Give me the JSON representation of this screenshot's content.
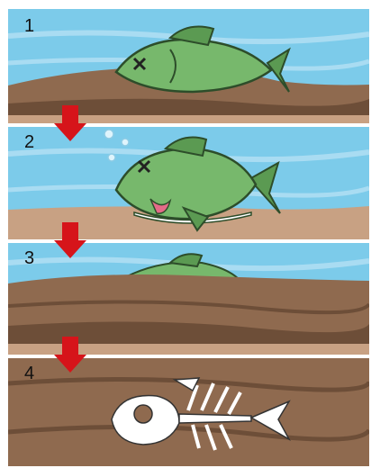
{
  "panels": [
    {
      "label": "1"
    },
    {
      "label": "2"
    },
    {
      "label": "3"
    },
    {
      "label": "4"
    }
  ],
  "colors": {
    "water": "#7ccbea",
    "water_light": "#a9dcf2",
    "sand": "#c8a183",
    "mud": "#8f6a4f",
    "mud_dark": "#6d4e38",
    "fish": "#77b86c",
    "fish_fin": "#5b9a52",
    "bone": "#ffffff",
    "arrow": "#d6141a"
  },
  "icons": [
    "dead-fish",
    "bubbles",
    "fossil-skeleton",
    "down-arrow"
  ]
}
